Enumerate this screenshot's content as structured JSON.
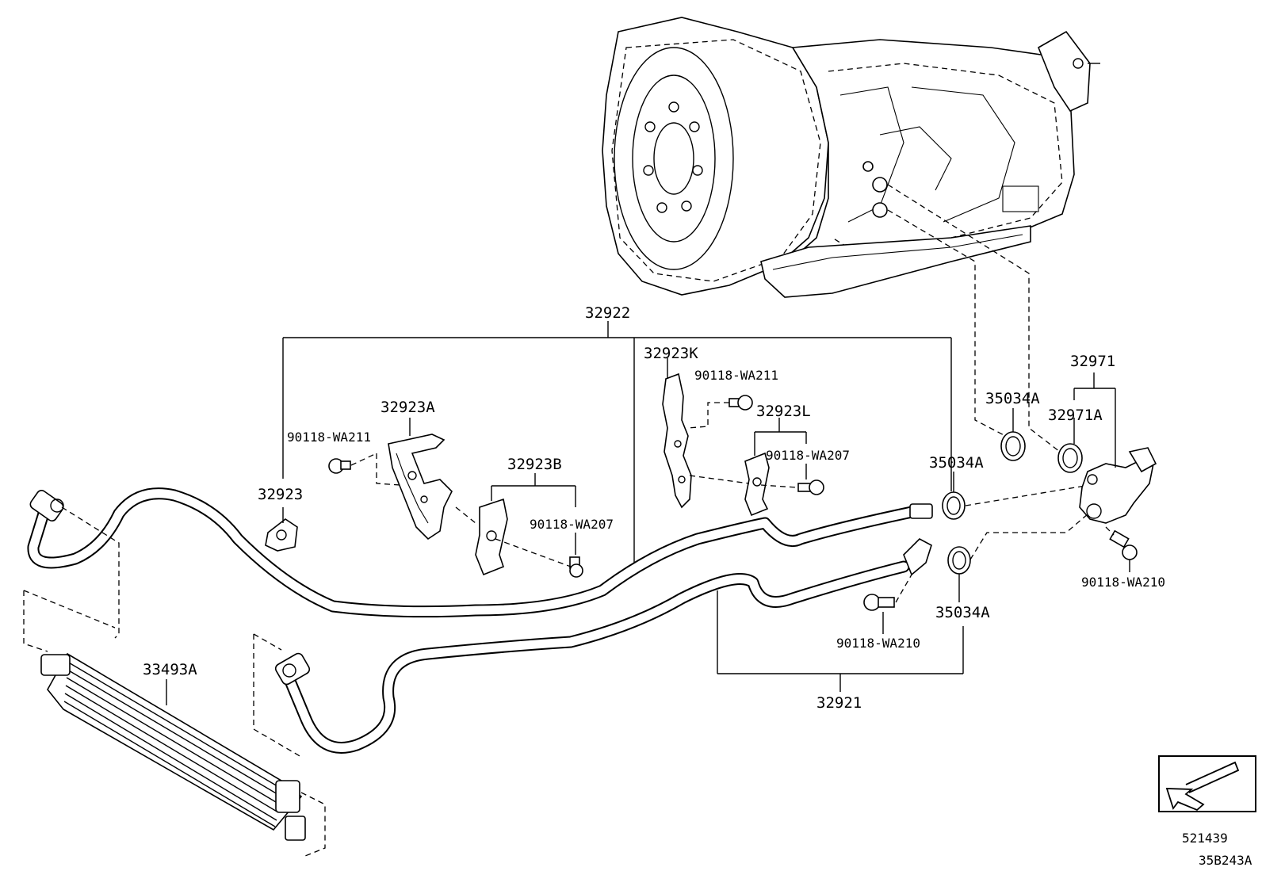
{
  "labels": {
    "p32922": "32922",
    "p32923": "32923",
    "p32923A": "32923A",
    "p32923B": "32923B",
    "p32923K": "32923K",
    "p32923L": "32923L",
    "bolt_wa211_left": "90118-WA211",
    "bolt_wa211_right": "90118-WA211",
    "bolt_wa207_left": "90118-WA207",
    "bolt_wa207_right": "90118-WA207",
    "bolt_wa210_right": "90118-WA210",
    "bolt_wa210_lower": "90118-WA210",
    "p35034A_upper": "35034A",
    "p35034A_mid": "35034A",
    "p35034A_lower": "35034A",
    "p32971": "32971",
    "p32971A": "32971A",
    "p33493A": "33493A",
    "p32921": "32921",
    "ref_box_num": "521439",
    "drawing_code": "35B243A"
  },
  "icons": {
    "reference_arrow": "front-arrow-icon"
  }
}
